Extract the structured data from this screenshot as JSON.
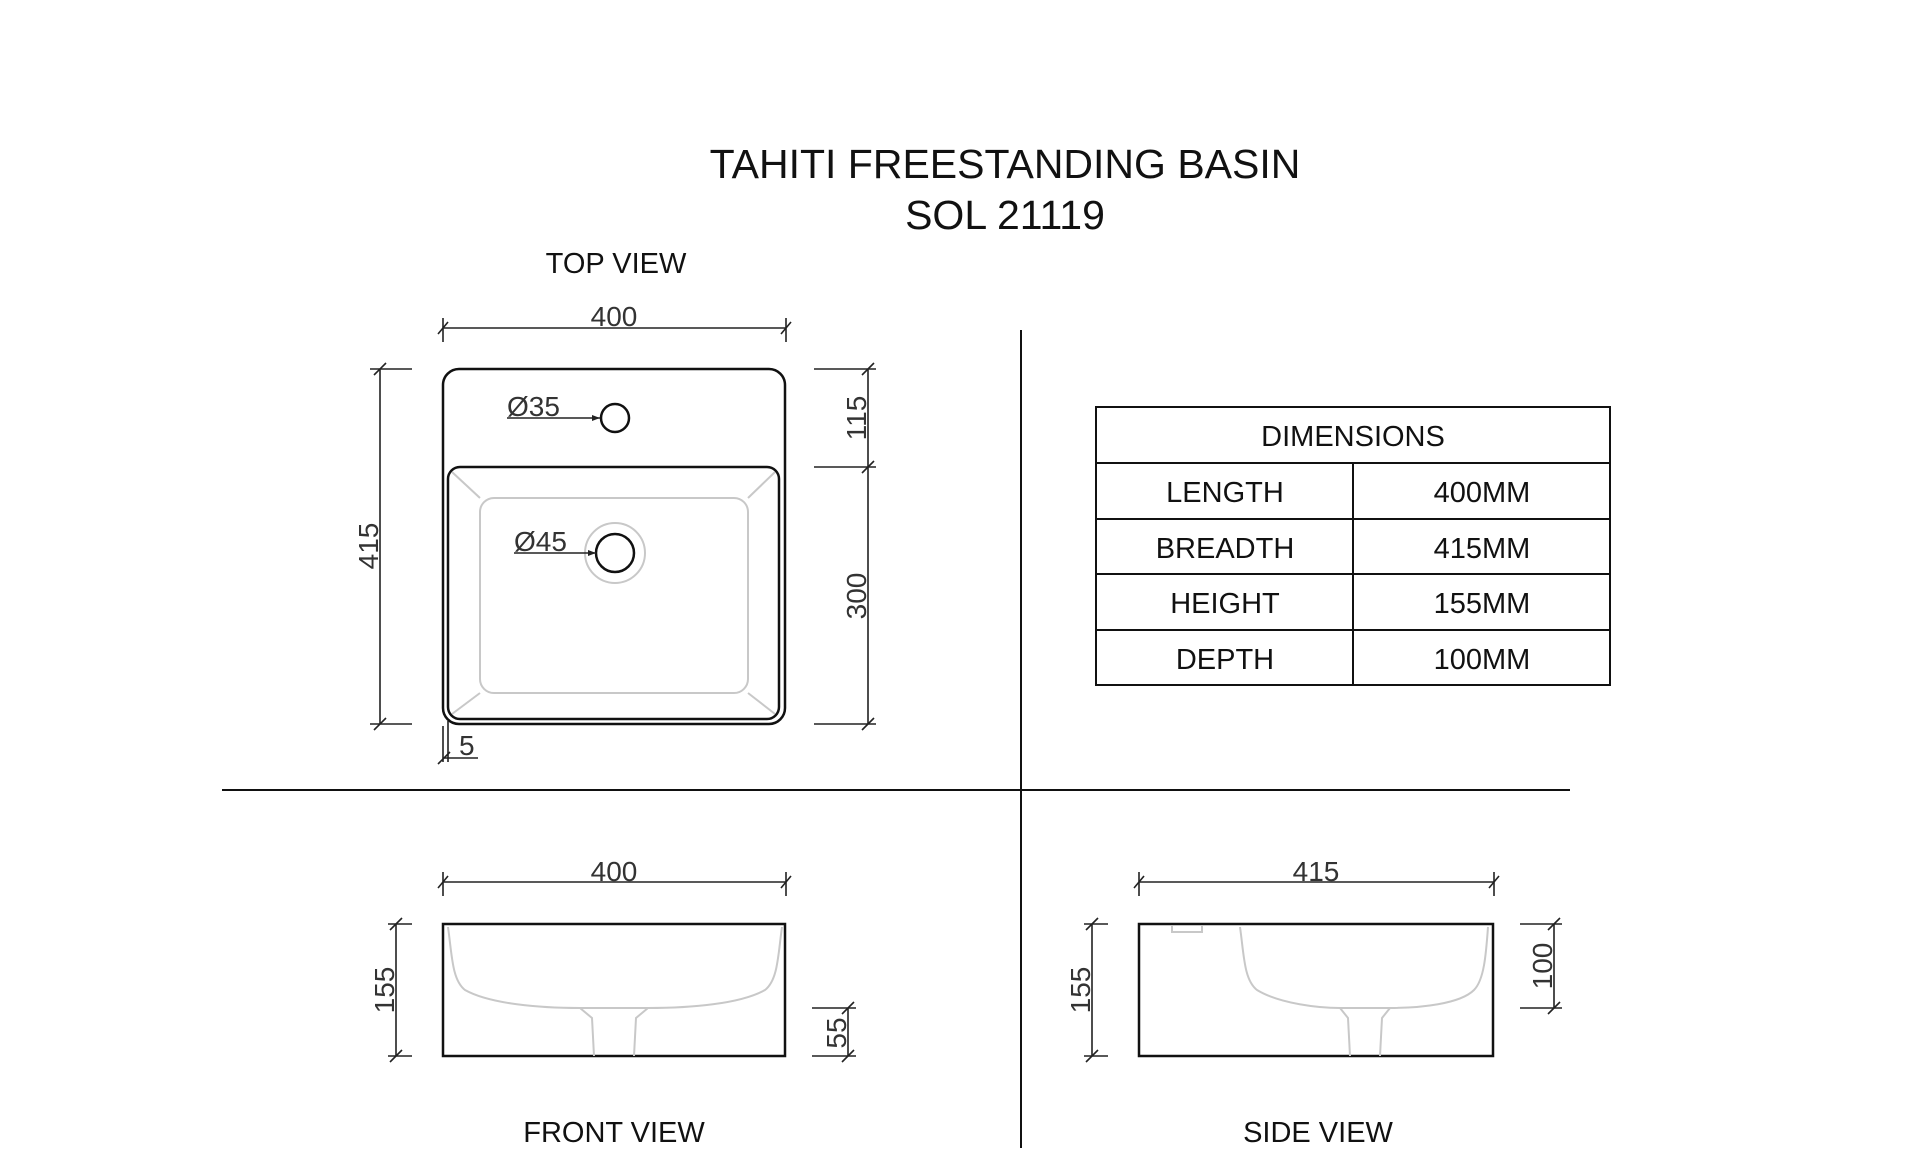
{
  "title": {
    "line1": "TAHITI FREESTANDING BASIN",
    "line2": "SOL  21119"
  },
  "views": {
    "top": {
      "label": "TOP VIEW",
      "width": "400",
      "height": "415",
      "tap_zone": "115",
      "bowl": "300",
      "tap_hole": "Ø35",
      "drain": "Ø45",
      "rim": "5"
    },
    "front": {
      "label": "FRONT VIEW",
      "width": "400",
      "height": "155",
      "base": "55"
    },
    "side": {
      "label": "SIDE VIEW",
      "width": "415",
      "height": "155",
      "depth": "100"
    }
  },
  "table": {
    "header": "DIMENSIONS",
    "rows": [
      {
        "name": "LENGTH",
        "value": "400MM"
      },
      {
        "name": "BREADTH",
        "value": "415MM"
      },
      {
        "name": "HEIGHT",
        "value": "155MM"
      },
      {
        "name": "DEPTH",
        "value": "100MM"
      }
    ]
  }
}
